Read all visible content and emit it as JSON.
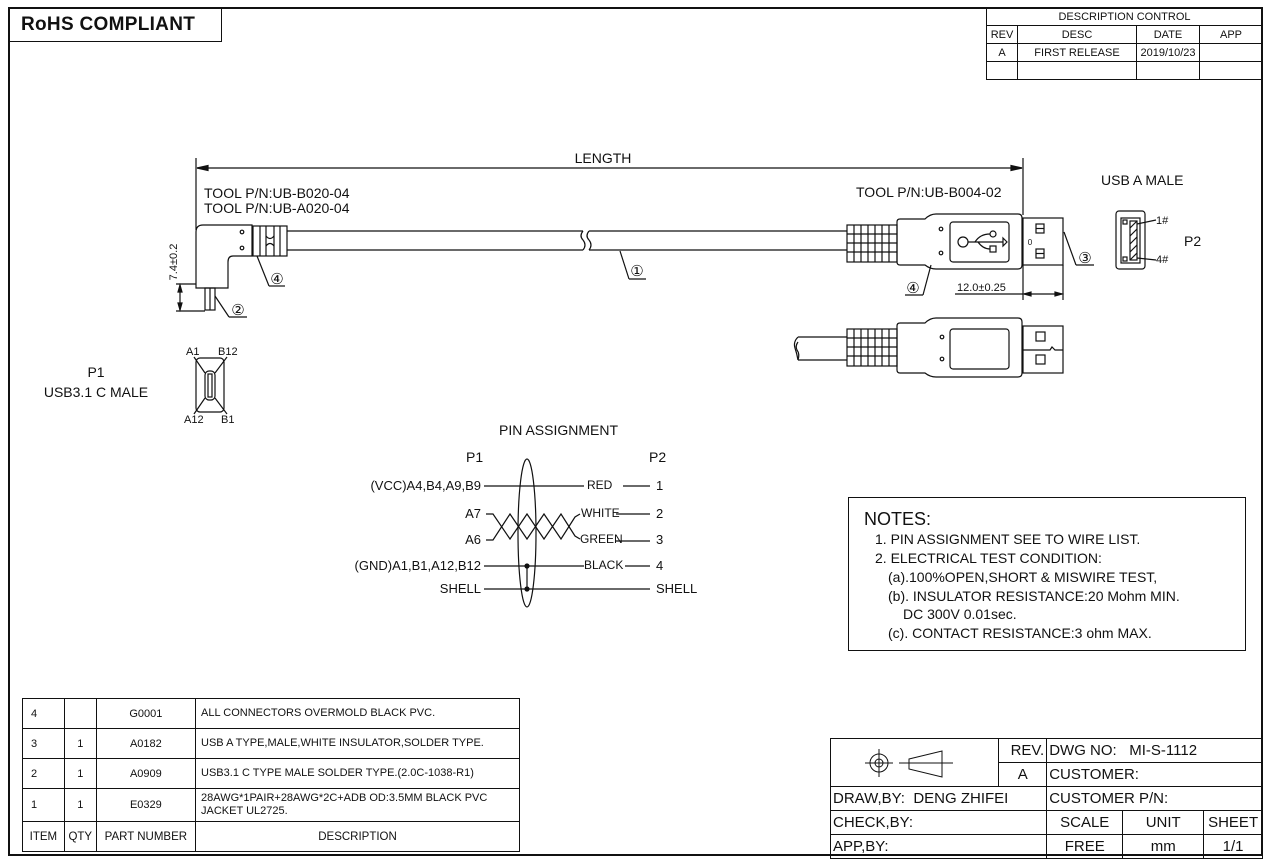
{
  "rohs": "RoHS COMPLIANT",
  "revision_control": {
    "title": "DESCRIPTION  CONTROL",
    "headers": [
      "REV",
      "DESC",
      "DATE",
      "APP"
    ],
    "rows": [
      [
        "A",
        "FIRST RELEASE",
        "2019/10/23",
        ""
      ],
      [
        "",
        "",
        "",
        ""
      ]
    ]
  },
  "drawing": {
    "length_label": "LENGTH",
    "tool_left_1": "TOOL P/N:UB-B020-04",
    "tool_left_2": "TOOL P/N:UB-A020-04",
    "tool_right": "TOOL P/N:UB-B004-02",
    "dim_left": "7.4±0.2",
    "dim_right": "12.0±0.25",
    "balloons": [
      "①",
      "②",
      "③",
      "④",
      "④"
    ],
    "usb_a_title": "USB A MALE",
    "p2_label": "P2",
    "p2_pin1": "1#",
    "p2_pin4": "4#",
    "p1_label": "P1",
    "p1_desc": "USB3.1 C MALE",
    "c_pins": [
      "A1",
      "B12",
      "A12",
      "B1"
    ],
    "usb_logo_pin": "0"
  },
  "pin_assignment": {
    "title": "PIN ASSIGNMENT",
    "p1": "P1",
    "p2": "P2",
    "rows": [
      {
        "left": "(VCC)A4,B4,A9,B9",
        "wire": "RED",
        "right": "1"
      },
      {
        "left": "A7",
        "wire": "WHITE",
        "right": "2"
      },
      {
        "left": "A6",
        "wire": "GREEN",
        "right": "3"
      },
      {
        "left": "(GND)A1,B1,A12,B12",
        "wire": "BLACK",
        "right": "4"
      },
      {
        "left": "SHELL",
        "wire": "",
        "right": "SHELL"
      }
    ]
  },
  "notes": {
    "title": "NOTES:",
    "lines": [
      "1. PIN ASSIGNMENT SEE TO WIRE LIST.",
      "2. ELECTRICAL TEST CONDITION:",
      "(a).100%OPEN,SHORT & MISWIRE TEST,",
      "(b). INSULATOR RESISTANCE:20 Mohm MIN.",
      "DC 300V 0.01sec.",
      "(c). CONTACT RESISTANCE:3 ohm MAX."
    ]
  },
  "bom": {
    "headers": [
      "ITEM",
      "QTY",
      "PART NUMBER",
      "DESCRIPTION"
    ],
    "rows": [
      {
        "item": "4",
        "qty": "",
        "part": "G0001",
        "desc": "ALL CONNECTORS OVERMOLD BLACK PVC."
      },
      {
        "item": "3",
        "qty": "1",
        "part": "A0182",
        "desc": "USB A TYPE,MALE,WHITE INSULATOR,SOLDER TYPE."
      },
      {
        "item": "2",
        "qty": "1",
        "part": "A0909",
        "desc": "USB3.1 C TYPE MALE SOLDER TYPE.(2.0C-1038-R1)"
      },
      {
        "item": "1",
        "qty": "1",
        "part": "E0329",
        "desc": "28AWG*1PAIR+28AWG*2C+ADB OD:3.5MM BLACK PVC JACKET UL2725."
      }
    ]
  },
  "title_block": {
    "rev_label": "REV.",
    "rev_value": "A",
    "dwg_no_label": "DWG NO:",
    "dwg_no": "MI-S-1112",
    "customer_label": "CUSTOMER:",
    "draw_by_label": "DRAW,BY:",
    "draw_by": "DENG ZHIFEI",
    "customer_pn_label": "CUSTOMER P/N:",
    "check_by_label": "CHECK,BY:",
    "app_by_label": "APP,BY:",
    "scale_label": "SCALE",
    "unit_label": "UNIT",
    "sheet_label": "SHEET",
    "scale": "FREE",
    "unit": "mm",
    "sheet": "1/1"
  }
}
